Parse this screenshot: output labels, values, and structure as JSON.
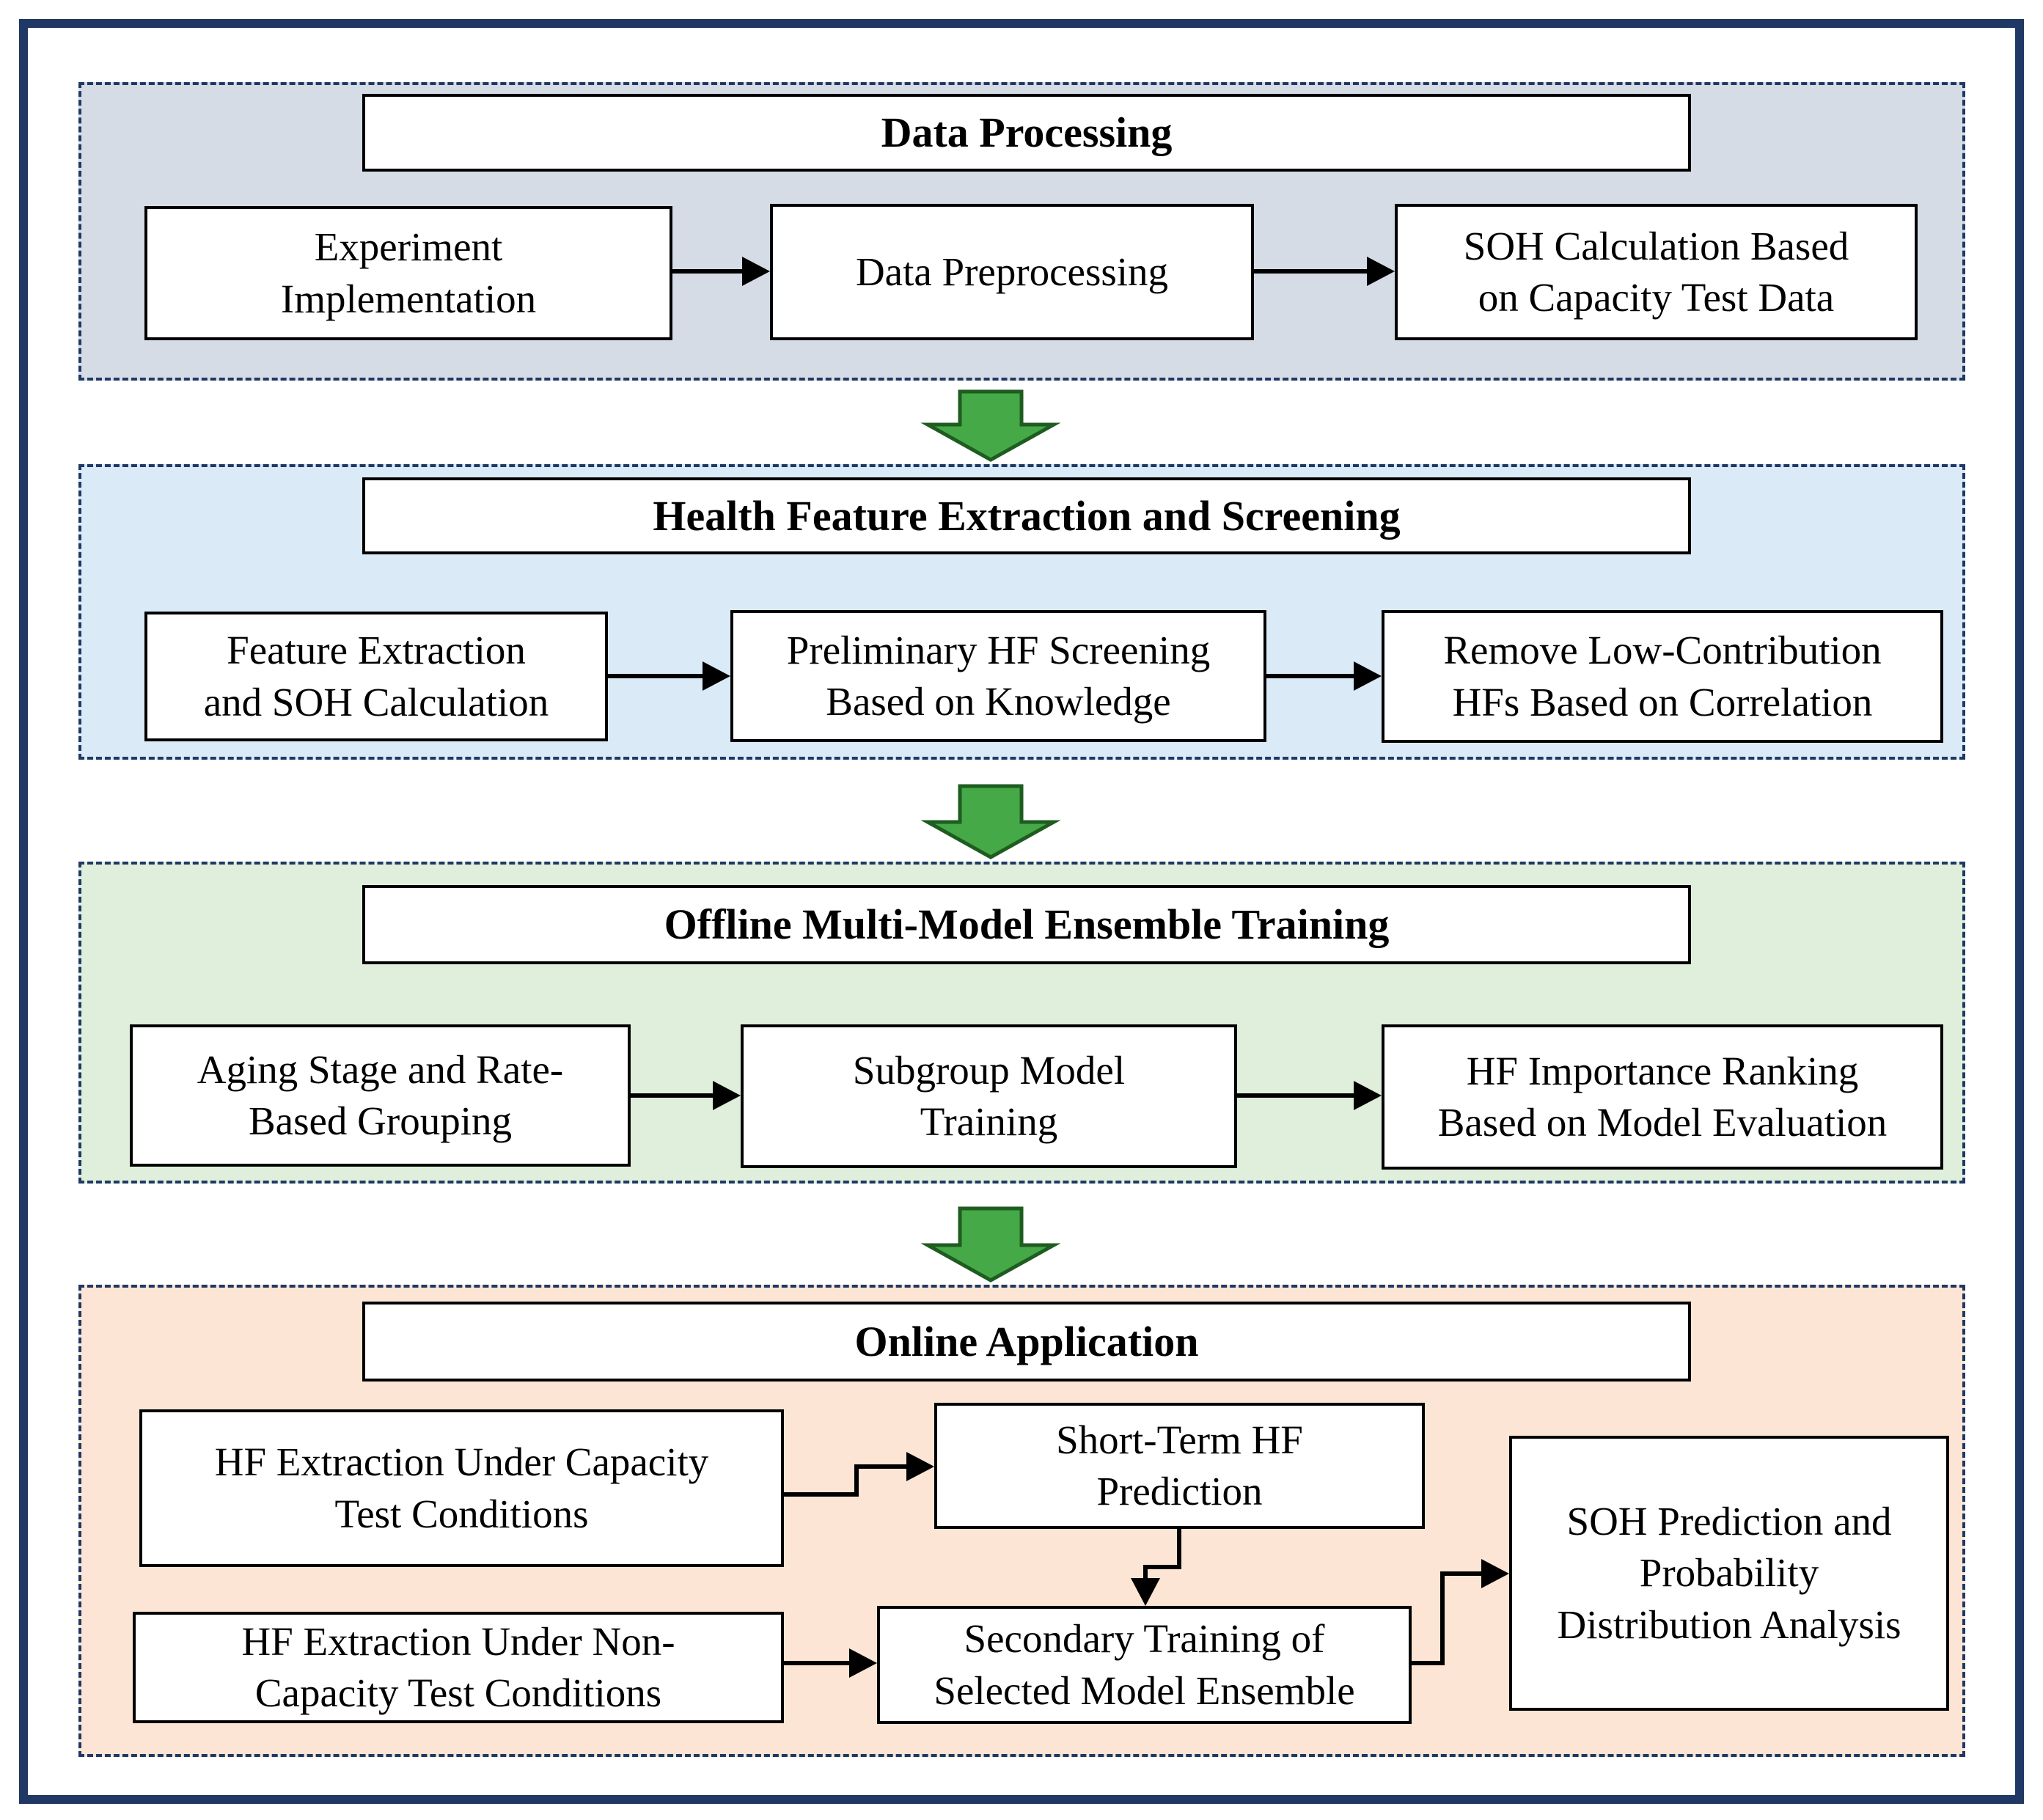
{
  "colors": {
    "frame_navy": "#1f3864",
    "flow_arrow": "#000000",
    "green_arrow_fill": "#45a948",
    "green_arrow_stroke": "#1e5c20",
    "box_bg": "#ffffff",
    "box_border": "#000000",
    "section1_bg": "#d6dce5",
    "section2_bg": "#daeaf7",
    "section3_bg": "#dfefdb",
    "section4_bg": "#fce5d4"
  },
  "sections": [
    {
      "title": "Data Processing",
      "boxes": [
        "Experiment\nImplementation",
        "Data Preprocessing",
        "SOH Calculation Based\non Capacity Test Data"
      ]
    },
    {
      "title": "Health Feature Extraction and Screening",
      "boxes": [
        "Feature Extraction\nand SOH Calculation",
        "Preliminary HF Screening\nBased on Knowledge",
        "Remove Low-Contribution\nHFs Based on Correlation"
      ]
    },
    {
      "title": "Offline Multi-Model Ensemble Training",
      "boxes": [
        "Aging Stage and Rate-\nBased Grouping",
        "Subgroup Model\nTraining",
        "HF Importance Ranking\nBased on Model Evaluation"
      ]
    },
    {
      "title": "Online Application",
      "boxes": [
        "HF Extraction Under Capacity\nTest Conditions",
        "Short-Term HF\nPrediction",
        "HF Extraction Under Non-\nCapacity Test Conditions",
        "Secondary Training of\nSelected Model Ensemble",
        "SOH Prediction and\nProbability\nDistribution Analysis"
      ]
    }
  ]
}
